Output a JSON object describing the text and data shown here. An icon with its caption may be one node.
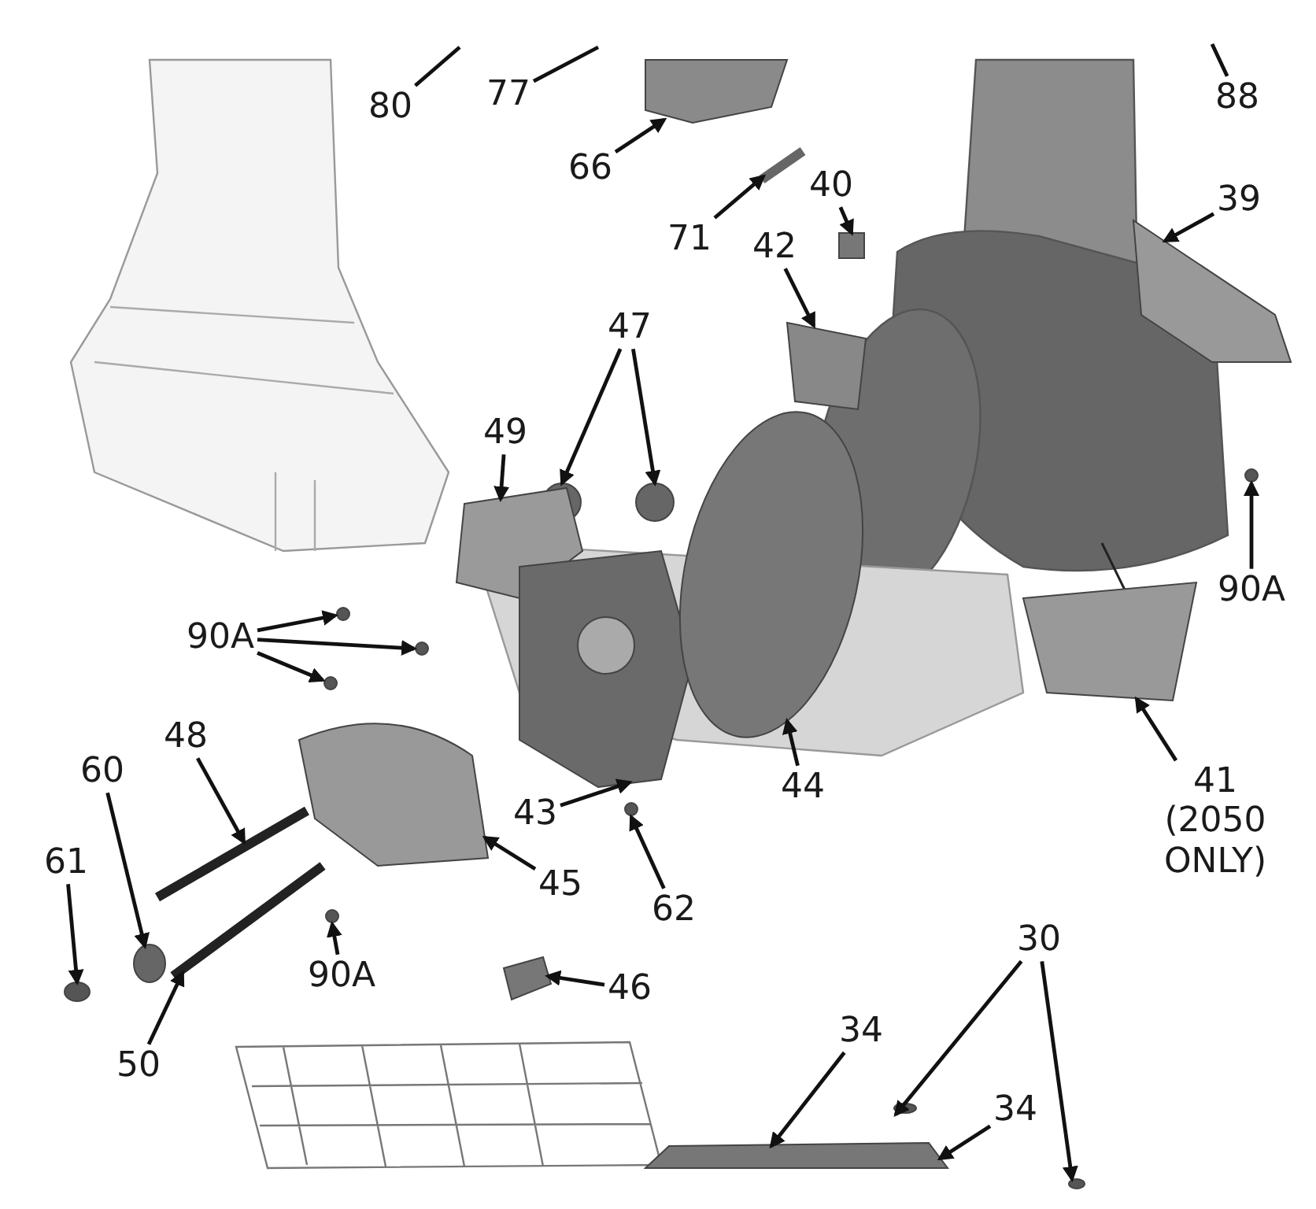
{
  "diagram": {
    "nodes": [
      {
        "text": [
          "80"
        ]
      },
      {
        "text": [
          "77"
        ]
      },
      {
        "text": [
          "88"
        ]
      },
      {
        "text": [
          "66"
        ]
      },
      {
        "text": [
          "40"
        ]
      },
      {
        "text": [
          "39"
        ]
      },
      {
        "text": [
          "71"
        ]
      },
      {
        "text": [
          "42"
        ]
      },
      {
        "text": [
          "47"
        ]
      },
      {
        "text": [
          "49"
        ]
      },
      {
        "text": [
          "90A"
        ]
      },
      {
        "text": [
          "90A"
        ]
      },
      {
        "text": [
          "48"
        ]
      },
      {
        "text": [
          "60"
        ]
      },
      {
        "text": [
          "41",
          "(2050 ONLY)"
        ]
      },
      {
        "text": [
          "43"
        ]
      },
      {
        "text": [
          "44"
        ]
      },
      {
        "text": [
          "61"
        ]
      },
      {
        "text": [
          "45"
        ]
      },
      {
        "text": [
          "62"
        ]
      },
      {
        "text": [
          "90A"
        ]
      },
      {
        "text": [
          "46"
        ]
      },
      {
        "text": [
          "30"
        ]
      },
      {
        "text": [
          "34"
        ]
      },
      {
        "text": [
          "50"
        ]
      },
      {
        "text": [
          "34"
        ]
      },
      {
        "text": [],
        "shape": "box"
      },
      {
        "text": [],
        "shape": "box"
      },
      {
        "text": [],
        "shape": "box"
      },
      {
        "text": [],
        "shape": "bar"
      },
      {
        "text": [],
        "shape": "box"
      },
      {
        "text": [],
        "shape": "circle"
      },
      {
        "text": [],
        "shape": "circle"
      },
      {
        "text": [],
        "shape": "box"
      },
      {
        "text": [],
        "shape": "circle"
      },
      {
        "text": [],
        "shape": "circle"
      },
      {
        "text": [],
        "shape": "circle"
      },
      {
        "text": [],
        "shape": "circle"
      },
      {
        "text": [],
        "shape": "bar"
      },
      {
        "text": [],
        "shape": "circle"
      },
      {
        "text": [],
        "shape": "box"
      },
      {
        "text": [],
        "shape": "box"
      },
      {
        "text": [],
        "shape": "circle"
      },
      {
        "text": [],
        "shape": "circle"
      },
      {
        "text": [],
        "shape": "box"
      },
      {
        "text": [],
        "shape": "circle"
      },
      {
        "text": [],
        "shape": "circle"
      },
      {
        "text": [],
        "shape": "box"
      },
      {
        "text": [],
        "shape": "circle"
      },
      {
        "text": [],
        "shape": "circle"
      },
      {
        "text": [],
        "shape": "box"
      },
      {
        "text": [],
        "shape": "bar"
      }
    ],
    "edges": [
      {
        "from": 0,
        "to": null,
        "arrow": "none"
      },
      {
        "from": 1,
        "to": null,
        "arrow": "none"
      },
      {
        "from": 2,
        "to": null,
        "arrow": "none"
      },
      {
        "from": 3,
        "to": 26,
        "arrow": "to"
      },
      {
        "from": 4,
        "to": 27,
        "arrow": "to"
      },
      {
        "from": 5,
        "to": 28,
        "arrow": "to"
      },
      {
        "from": 6,
        "to": 29,
        "arrow": "to"
      },
      {
        "from": 7,
        "to": 30,
        "arrow": "to"
      },
      {
        "from": 8,
        "to": 31,
        "arrow": "to"
      },
      {
        "from": 8,
        "to": 32,
        "arrow": "to"
      },
      {
        "from": 9,
        "to": 33,
        "arrow": "to"
      },
      {
        "from": 10,
        "to": 34,
        "arrow": "to"
      },
      {
        "from": 11,
        "to": 35,
        "arrow": "to"
      },
      {
        "from": 11,
        "to": 36,
        "arrow": "to"
      },
      {
        "from": 11,
        "to": 37,
        "arrow": "to"
      },
      {
        "from": 12,
        "to": 38,
        "arrow": "to"
      },
      {
        "from": 13,
        "to": 39,
        "arrow": "to"
      },
      {
        "from": 14,
        "to": 40,
        "arrow": "to"
      },
      {
        "from": 15,
        "to": 41,
        "arrow": "to"
      },
      {
        "from": 16,
        "to": 42,
        "arrow": "to"
      },
      {
        "from": 17,
        "to": 43,
        "arrow": "to"
      },
      {
        "from": 18,
        "to": 44,
        "arrow": "to"
      },
      {
        "from": 19,
        "to": 45,
        "arrow": "to"
      },
      {
        "from": 20,
        "to": 46,
        "arrow": "to"
      },
      {
        "from": 21,
        "to": 47,
        "arrow": "to"
      },
      {
        "from": 22,
        "to": 48,
        "arrow": "to"
      },
      {
        "from": 22,
        "to": 49,
        "arrow": "to"
      },
      {
        "from": 23,
        "to": 50,
        "arrow": "to"
      },
      {
        "from": 24,
        "to": 51,
        "arrow": "to"
      },
      {
        "from": 25,
        "to": 50,
        "arrow": "to"
      }
    ]
  }
}
